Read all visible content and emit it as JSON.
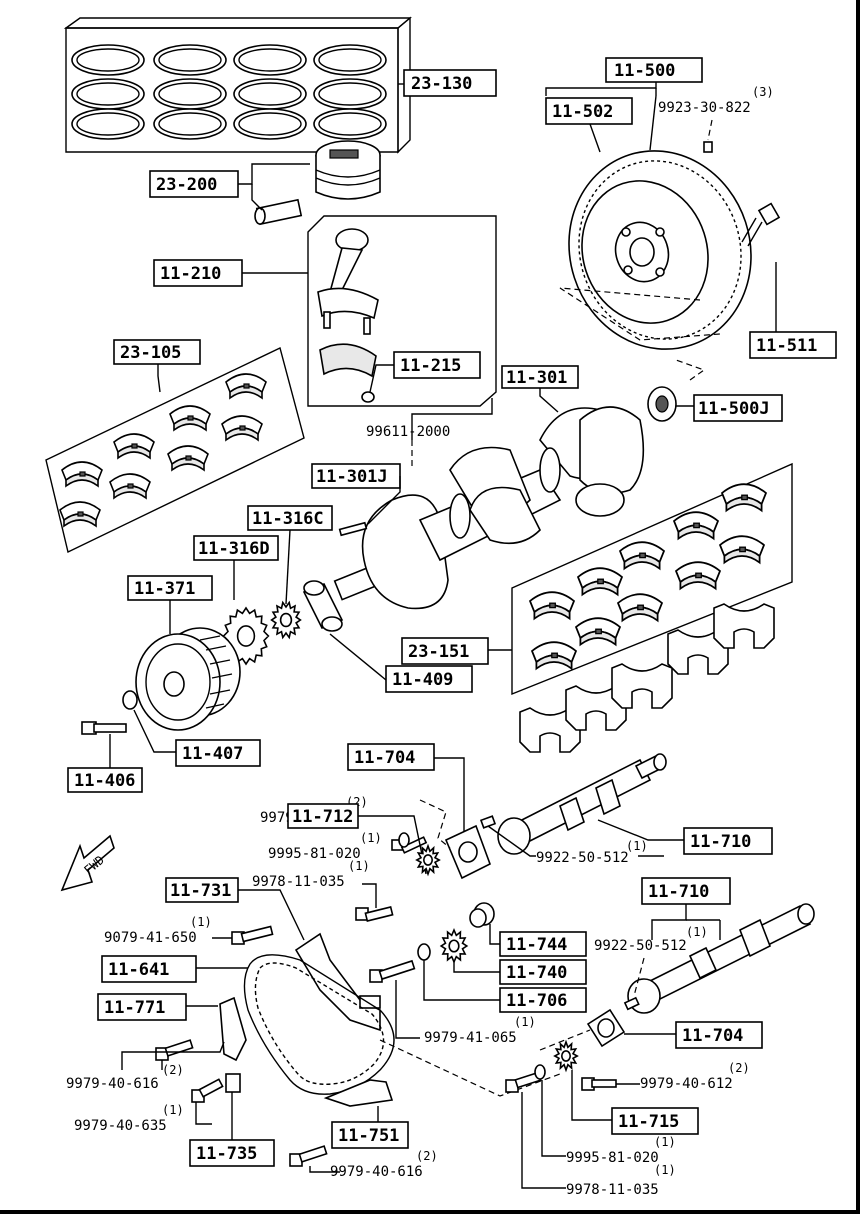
{
  "labels": {
    "l23_130": "23-130",
    "l23_200": "23-200",
    "l11_210": "11-210",
    "l11_215": "11-215",
    "l23_105": "23-105",
    "l11_500": "11-500",
    "l11_502": "11-502",
    "l11_511": "11-511",
    "l11_500J": "11-500J",
    "l11_301": "11-301",
    "l11_301J": "11-301J",
    "l11_316C": "11-316C",
    "l11_316D": "11-316D",
    "l11_371": "11-371",
    "l23_151": "23-151",
    "l11_409": "11-409",
    "l11_407": "11-407",
    "l11_406": "11-406",
    "l11_704a": "11-704",
    "l11_712": "11-712",
    "l11_710a": "11-710",
    "l11_731": "11-731",
    "l11_744": "11-744",
    "l11_740": "11-740",
    "l11_706": "11-706",
    "l11_641": "11-641",
    "l11_771": "11-771",
    "l11_710b": "11-710",
    "l11_704b": "11-704",
    "l11_715": "11-715",
    "l11_735": "11-735",
    "l11_751": "11-751"
  },
  "part_numbers": {
    "p9923_30_822": "9923-30-822",
    "p99611_2000": "99611-2000",
    "p9979_40_616a": "9979-40-616",
    "p9995_81_020a": "9995-81-020",
    "p9978_11_035a": "9978-11-035",
    "p9922_50_512a": "9922-50-512",
    "p9079_41_650": "9079-41-650",
    "p9922_50_512b": "9922-50-512",
    "p9979_41_065": "9979-41-065",
    "p9979_40_616b": "9979-40-616",
    "p9979_40_612": "9979-40-612",
    "p9979_40_635": "9979-40-635",
    "p9995_81_020b": "9995-81-020",
    "p9979_40_616c": "9979-40-616",
    "p9978_11_035b": "9978-11-035"
  },
  "quantities": {
    "q3": "(3)",
    "q2a": "(2)",
    "q1a": "(1)",
    "q1b": "(1)",
    "q1c": "(1)",
    "q1d": "(1)",
    "q1e": "(1)",
    "q1f": "(1)",
    "q2b": "(2)",
    "q2c": "(2)",
    "q1g": "(1)",
    "q1h": "(1)",
    "q2d": "(2)",
    "q1i": "(1)"
  },
  "fwd": "FWD"
}
